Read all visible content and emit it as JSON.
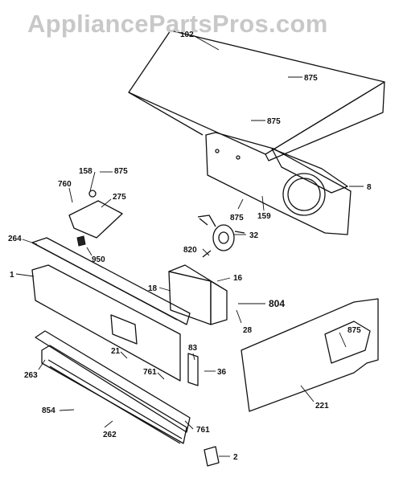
{
  "watermark": "AppliancePartsPros.com",
  "callouts": {
    "c102": "102",
    "c875a": "875",
    "c875b": "875",
    "c158": "158",
    "c875c": "875",
    "c760": "760",
    "c275": "275",
    "c264": "264",
    "c950": "950",
    "c1": "1",
    "c875d": "875",
    "c159": "159",
    "c8": "8",
    "c32": "32",
    "c820": "820",
    "c16": "16",
    "c18": "18",
    "c804": "804",
    "c28": "28",
    "c21": "21",
    "c83": "83",
    "c263": "263",
    "c761a": "761",
    "c36": "36",
    "c875e": "875",
    "c221": "221",
    "c854": "854",
    "c262": "262",
    "c761b": "761",
    "c2": "2"
  }
}
